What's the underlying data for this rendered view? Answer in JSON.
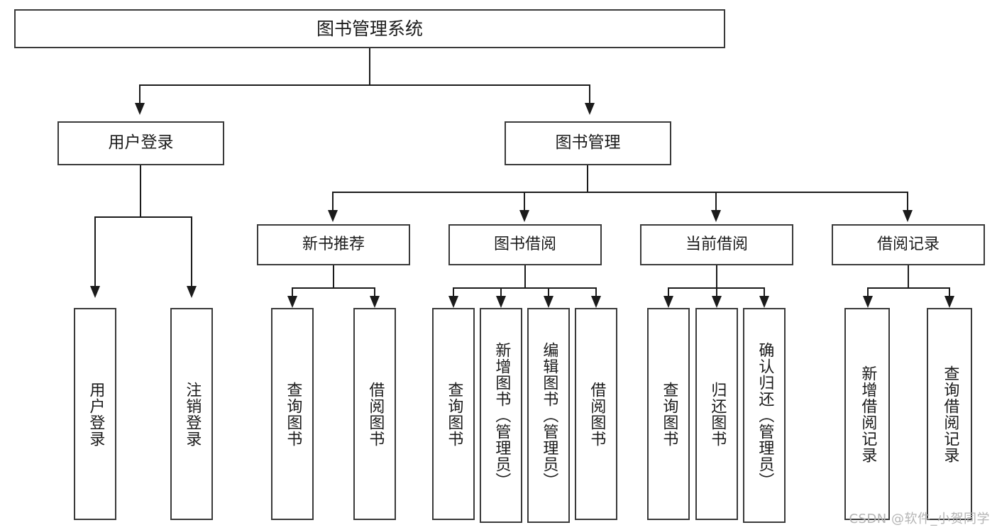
{
  "diagram": {
    "title": "图书管理系统",
    "type": "tree-hierarchy",
    "root": {
      "label": "图书管理系统"
    },
    "level2": [
      {
        "label": "用户登录"
      },
      {
        "label": "图书管理"
      }
    ],
    "level3": [
      {
        "label": "新书推荐"
      },
      {
        "label": "图书借阅"
      },
      {
        "label": "当前借阅"
      },
      {
        "label": "借阅记录"
      }
    ],
    "leaves": {
      "user_login": [
        {
          "label": "用户登录"
        },
        {
          "label": "注销登录"
        }
      ],
      "new_book_recommend": [
        {
          "label": "查询图书"
        },
        {
          "label": "借阅图书"
        }
      ],
      "book_borrow": [
        {
          "label": "查询图书"
        },
        {
          "label": "新增图书（管理员）"
        },
        {
          "label": "编辑图书（管理员）"
        },
        {
          "label": "借阅图书"
        }
      ],
      "current_borrow": [
        {
          "label": "查询图书"
        },
        {
          "label": "归还图书"
        },
        {
          "label": "确认归还（管理员）"
        }
      ],
      "borrow_record": [
        {
          "label": "新增借阅记录"
        },
        {
          "label": "查询借阅记录"
        }
      ]
    }
  },
  "watermark": {
    "text": "CSDN @软件_小贺同学"
  },
  "colors": {
    "box_border": "#3a3a3a",
    "line": "#1b1b1b",
    "background": "#ffffff",
    "watermark": "#b4b4b4"
  }
}
